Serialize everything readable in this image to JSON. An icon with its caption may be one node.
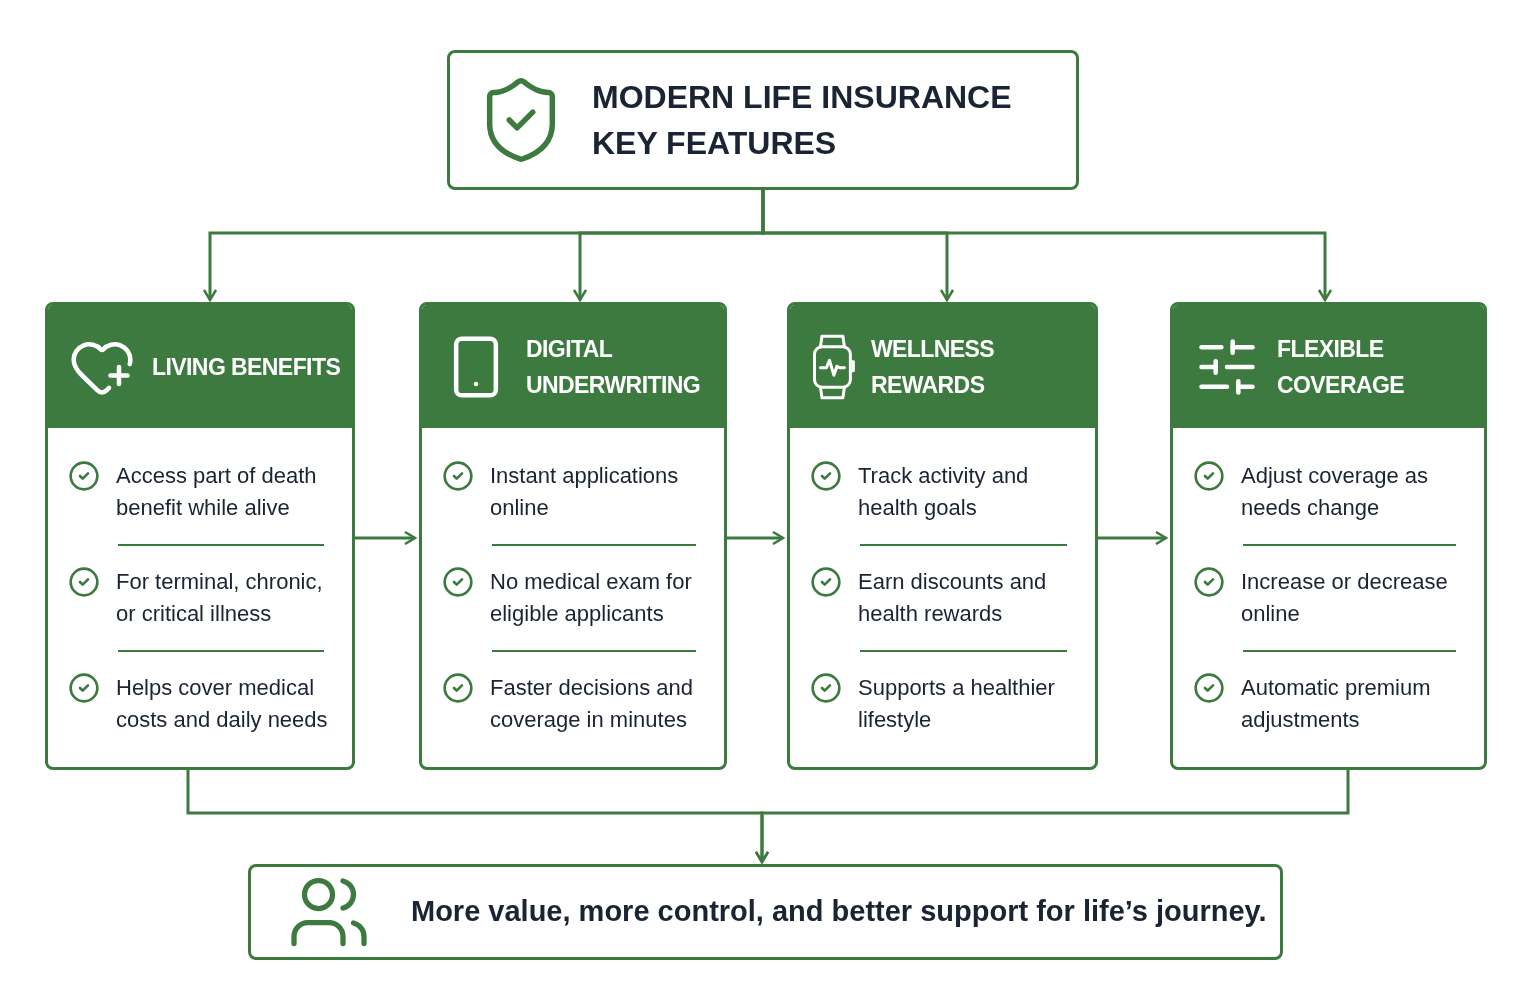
{
  "diagram": {
    "nodes": [
      {
        "text": [
          "MODERN LIFE INSURANCE KEY FEATURES"
        ]
      },
      {
        "text": [
          "LIVING BENEFITS",
          "Access part of death benefit while alive",
          "For terminal, chronic, or critical illness",
          "Helps cover medical costs and daily needs"
        ]
      },
      {
        "text": [
          "DIGITAL UNDERWRITING",
          "Instant applications online",
          "No medical exam for eligible applicants",
          "Faster decisions and coverage in minutes"
        ]
      },
      {
        "text": [
          "WELLNESS REWARDS",
          "Track activity and health goals",
          "Earn discounts and health rewards",
          "Supports a healthier lifestyle"
        ]
      },
      {
        "text": [
          "FLEXIBLE COVERAGE",
          "Adjust coverage as needs change",
          "Increase or decrease online",
          "Automatic premium adjustments"
        ]
      },
      {
        "text": [
          "More value, more control, and better support for life’s journey."
        ]
      }
    ],
    "edges": [
      {
        "from": 0,
        "to": 1,
        "arrow": "to"
      },
      {
        "from": 0,
        "to": 2,
        "arrow": "to"
      },
      {
        "from": 0,
        "to": 3,
        "arrow": "to"
      },
      {
        "from": 0,
        "to": 4,
        "arrow": "to"
      },
      {
        "from": 1,
        "to": 2,
        "arrow": "to"
      },
      {
        "from": 2,
        "to": 3,
        "arrow": "to"
      },
      {
        "from": 3,
        "to": 4,
        "arrow": "to"
      },
      {
        "from": 1,
        "to": 5,
        "arrow": "to"
      },
      {
        "from": 4,
        "to": 5,
        "arrow": "to"
      }
    ]
  }
}
